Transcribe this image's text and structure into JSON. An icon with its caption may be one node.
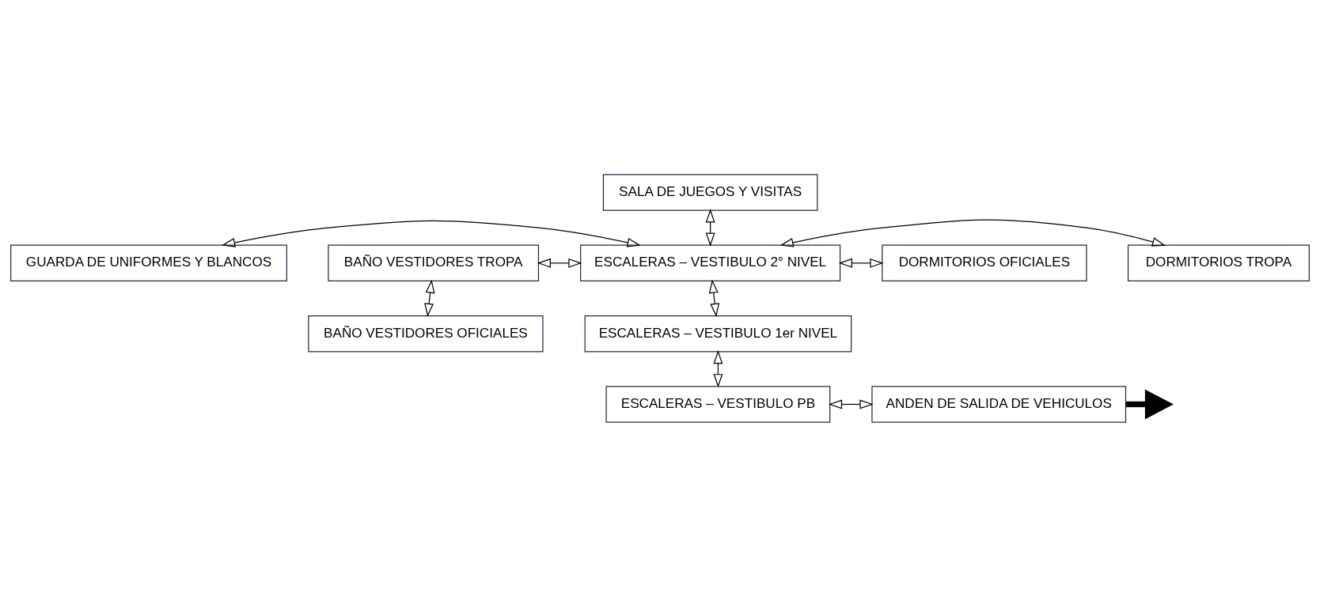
{
  "diagram": {
    "nodes": [
      {
        "text": [
          "SALA DE JUEGOS Y VISITAS"
        ]
      },
      {
        "text": [
          "GUARDA DE UNIFORMES Y BLANCOS"
        ]
      },
      {
        "text": [
          "ESCALERAS – VESTIBULO 2° NIVEL"
        ]
      },
      {
        "text": [
          "DORMITORIOS OFICIALES"
        ]
      },
      {
        "text": [
          "BAÑO VESTIDORES TROPA"
        ]
      },
      {
        "text": [
          "DORMITORIOS TROPA"
        ]
      },
      {
        "text": [
          "BAÑO VESTIDORES OFICIALES"
        ]
      },
      {
        "text": [
          "ESCALERAS – VESTIBULO 1er NIVEL"
        ]
      },
      {
        "text": [
          "ESCALERAS – VESTIBULO PB"
        ]
      },
      {
        "text": [
          "ANDEN DE SALIDA DE VEHICULOS"
        ]
      }
    ],
    "edges": [
      {
        "from": 0,
        "to": 2,
        "arrow": "both"
      },
      {
        "from": 1,
        "to": 2,
        "arrow": "both"
      },
      {
        "from": 2,
        "to": 3,
        "arrow": "both"
      },
      {
        "from": 4,
        "to": 2,
        "arrow": "both"
      },
      {
        "from": 2,
        "to": 5,
        "arrow": "both"
      },
      {
        "from": 4,
        "to": 6,
        "arrow": "both"
      },
      {
        "from": 2,
        "to": 7,
        "arrow": "both"
      },
      {
        "from": 7,
        "to": 8,
        "arrow": "both"
      },
      {
        "from": 8,
        "to": 9,
        "arrow": "both"
      },
      {
        "from": 9,
        "to": null,
        "arrow": "to",
        "style": "thick"
      }
    ]
  }
}
